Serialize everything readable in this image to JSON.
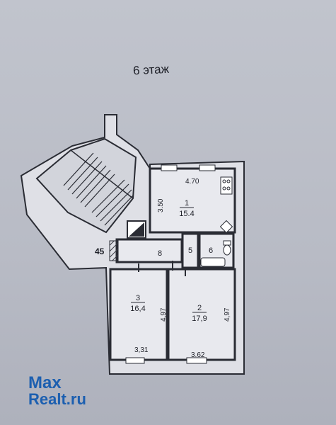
{
  "floor_label": "6 этаж",
  "stair_number": "45",
  "rooms": [
    {
      "id": "1",
      "area": "15.4"
    },
    {
      "id": "2",
      "area": "17,9"
    },
    {
      "id": "3",
      "area": "16,4"
    },
    {
      "id": "5",
      "area": ""
    },
    {
      "id": "6",
      "area": ""
    },
    {
      "id": "8",
      "area": ""
    }
  ],
  "dimensions": {
    "room1_width": "4.70",
    "room1_depth": "3.50",
    "room3_depth": "4,97",
    "room3_width": "3,31",
    "room2_depth": "4,97",
    "room2_width": "3.62"
  },
  "watermark": {
    "line1": "Max",
    "line2": "Realt.ru"
  },
  "colors": {
    "background": "#b9bcc6",
    "wall": "#2a2c34",
    "plan_fill": "#e6e7ec",
    "watermark": "#1c5fb0"
  }
}
